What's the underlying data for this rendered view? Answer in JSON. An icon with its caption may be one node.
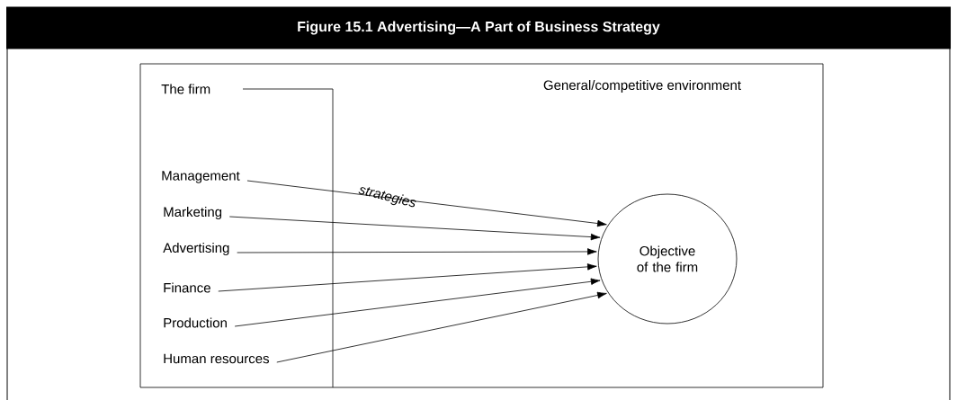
{
  "diagram": {
    "title": "Figure 15.1    Advertising—A Part of Business Strategy",
    "nodes": [
      {
        "text": [
          "General/competitive environment"
        ]
      },
      {
        "text": [
          "The firm"
        ],
        "in": 0
      },
      {
        "text": [
          "Management"
        ],
        "in": 1
      },
      {
        "text": [
          "Marketing"
        ],
        "in": 1
      },
      {
        "text": [
          "Advertising"
        ],
        "in": 1
      },
      {
        "text": [
          "Finance"
        ],
        "in": 1
      },
      {
        "text": [
          "Production"
        ],
        "in": 1
      },
      {
        "text": [
          "Human resources"
        ],
        "in": 1
      },
      {
        "text": [
          "Objective of the firm"
        ],
        "in": 0
      }
    ],
    "edges": [
      {
        "from": 2,
        "to": 8,
        "arrow": "to",
        "label": "strategies"
      },
      {
        "from": 3,
        "to": 8,
        "arrow": "to"
      },
      {
        "from": 4,
        "to": 8,
        "arrow": "to"
      },
      {
        "from": 5,
        "to": 8,
        "arrow": "to"
      },
      {
        "from": 6,
        "to": 8,
        "arrow": "to"
      },
      {
        "from": 7,
        "to": 8,
        "arrow": "to"
      }
    ]
  }
}
